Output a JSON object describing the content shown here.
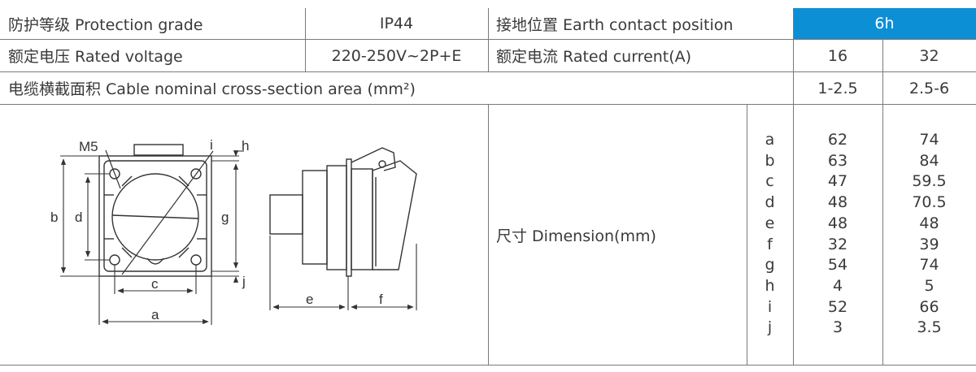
{
  "header": {
    "protection_grade_label": "防护等级 Protection grade",
    "protection_grade_value": "IP44",
    "earth_contact_label": "接地位置 Earth contact position",
    "earth_contact_value": "6h"
  },
  "voltage_row": {
    "rated_voltage_label": "额定电压 Rated voltage",
    "rated_voltage_value": "220-250V~2P+E",
    "rated_current_label": "额定电流 Rated current(A)",
    "current_values": [
      "16",
      "32"
    ]
  },
  "cable_row": {
    "label": "电缆横截面积 Cable nominal cross-section area (mm²)",
    "values": [
      "1-2.5",
      "2.5-6"
    ]
  },
  "dimension": {
    "label": "尺寸 Dimension(mm)",
    "keys": [
      "a",
      "b",
      "c",
      "d",
      "e",
      "f",
      "g",
      "h",
      "i",
      "j"
    ],
    "col_16": [
      "62",
      "63",
      "47",
      "48",
      "48",
      "32",
      "54",
      "4",
      "52",
      "3"
    ],
    "col_32": [
      "74",
      "84",
      "59.5",
      "70.5",
      "48",
      "39",
      "74",
      "5",
      "66",
      "3.5"
    ]
  },
  "drawing_labels": {
    "m5": "M5",
    "i": "i",
    "h": "h",
    "b": "b",
    "d": "d",
    "g": "g",
    "j": "j",
    "c": "c",
    "a": "a",
    "e": "e",
    "f": "f"
  },
  "colors": {
    "highlight": "#0d8fd6",
    "grid_line": "#7a7a7a",
    "text": "#3a3a3a"
  }
}
